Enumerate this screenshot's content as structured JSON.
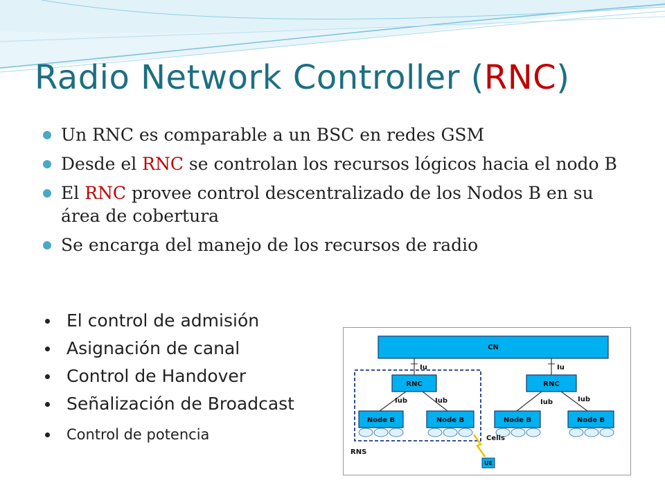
{
  "slide": {
    "title_main": "Radio Network Controller (",
    "title_hl": "RNC",
    "title_end": ")"
  },
  "bullets": [
    {
      "text": "Un RNC  es comparable a un BSC en redes GSM"
    },
    {
      "pre": "Desde el ",
      "hl": "RNC",
      "post": " se controlan los recursos lógicos hacia el nodo B"
    },
    {
      "pre": "El ",
      "hl": "RNC",
      "post": " provee control descentralizado de los Nodos B en su área de cobertura"
    },
    {
      "text": "Se encarga del manejo de los recursos de radio"
    }
  ],
  "sub_bullets": [
    "El control de admisión",
    "Asignación de canal",
    "Control de Handover",
    "Señalización de Broadcast",
    "Control de potencia"
  ],
  "diagram": {
    "cn": "CN",
    "rnc": "RNC",
    "iu": "Iu",
    "iub": "Iub",
    "nodeb": "Node B",
    "cells": "Cells",
    "rns": "RNS",
    "ue": "UE"
  },
  "colors": {
    "title": "#1c6f82",
    "highlight": "#c00000",
    "bullet": "#4aa8c4",
    "box_fill": "#00b0f0"
  }
}
